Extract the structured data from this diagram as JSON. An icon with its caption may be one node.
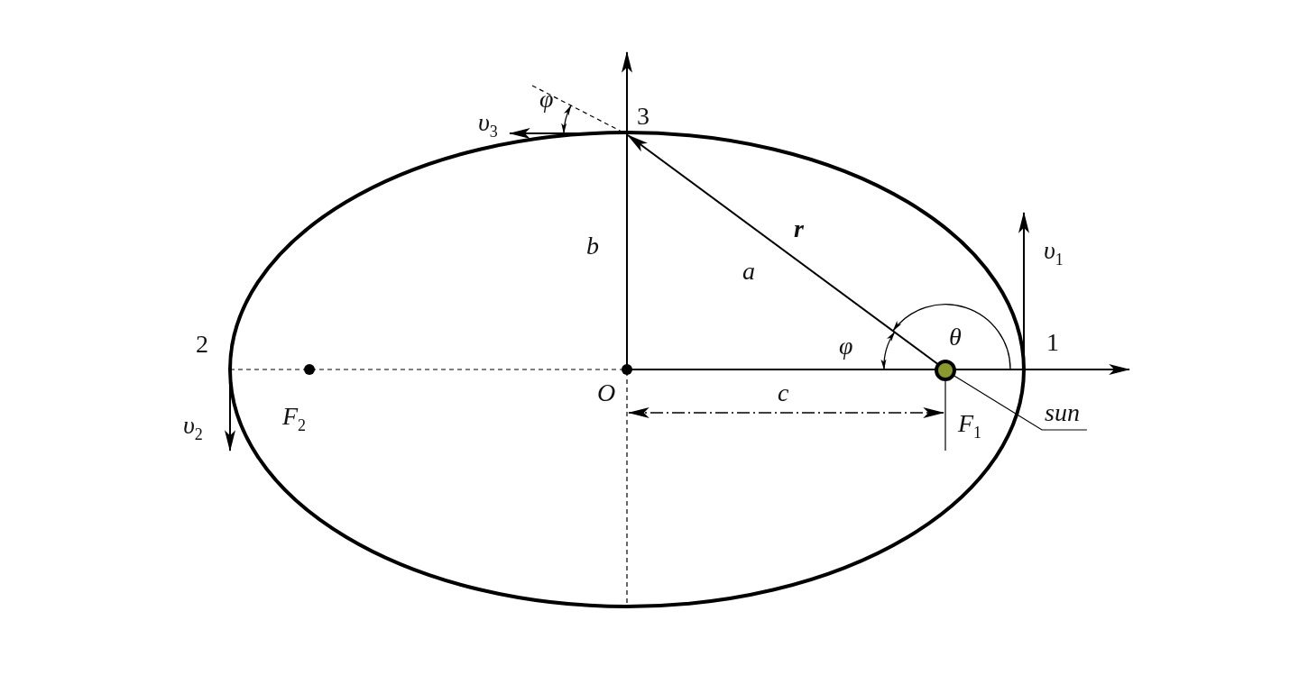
{
  "diagram": {
    "nodes": [
      {
        "text": [
          "sun"
        ]
      },
      {
        "text": [],
        "shape": "circle"
      }
    ],
    "edges": [
      {
        "from": 0,
        "to": 1,
        "arrow": "none"
      }
    ],
    "labels": [
      "φ",
      "υ$_{3}$",
      "3",
      "r",
      "b",
      "υ$_{1}$",
      "a",
      "2",
      "θ",
      "φ",
      "1",
      "O",
      "c",
      "F$_{2}$",
      "υ$_{2}$",
      "F$_{1}$"
    ]
  }
}
